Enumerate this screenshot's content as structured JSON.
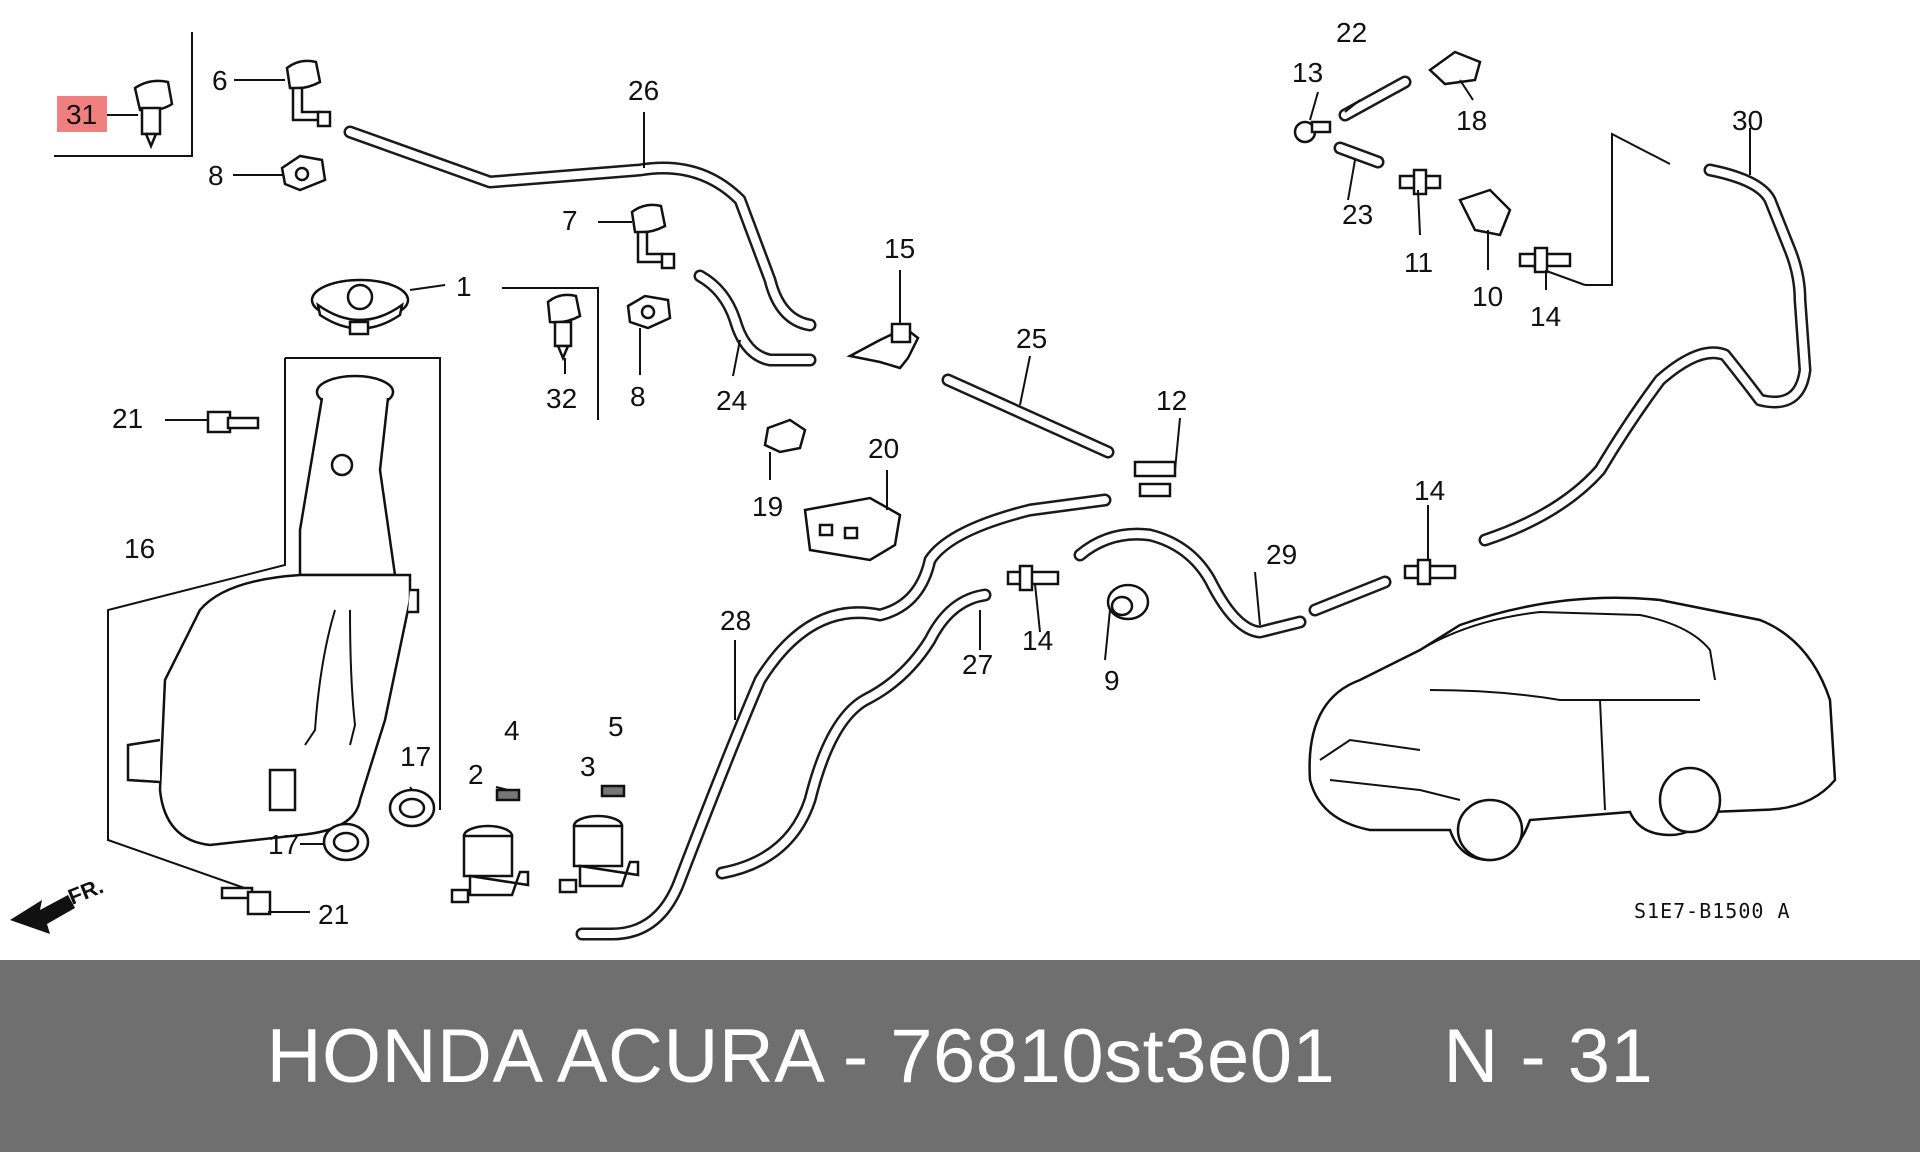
{
  "diagram": {
    "part_labels": {
      "p1": "1",
      "p2": "2",
      "p3": "3",
      "p4": "4",
      "p5": "5",
      "p6": "6",
      "p7": "7",
      "p8a": "8",
      "p8b": "8",
      "p9": "9",
      "p10": "10",
      "p11": "11",
      "p12": "12",
      "p13": "13",
      "p14a": "14",
      "p14b": "14",
      "p14c": "14",
      "p15": "15",
      "p16": "16",
      "p17a": "17",
      "p17b": "17",
      "p18": "18",
      "p19": "19",
      "p20": "20",
      "p21a": "21",
      "p21b": "21",
      "p22": "22",
      "p23": "23",
      "p24": "24",
      "p25": "25",
      "p26": "26",
      "p27": "27",
      "p28": "28",
      "p29": "29",
      "p30": "30",
      "p31": "31",
      "p32": "32"
    },
    "highlighted_part": "31",
    "highlight_color": "#f08080",
    "reference_code": "S1E7-B1500 A",
    "direction_label": "FR."
  },
  "footer": {
    "text": "HONDA ACURA - 76810st3e01     N - 31",
    "background": "#6f6f6f"
  }
}
